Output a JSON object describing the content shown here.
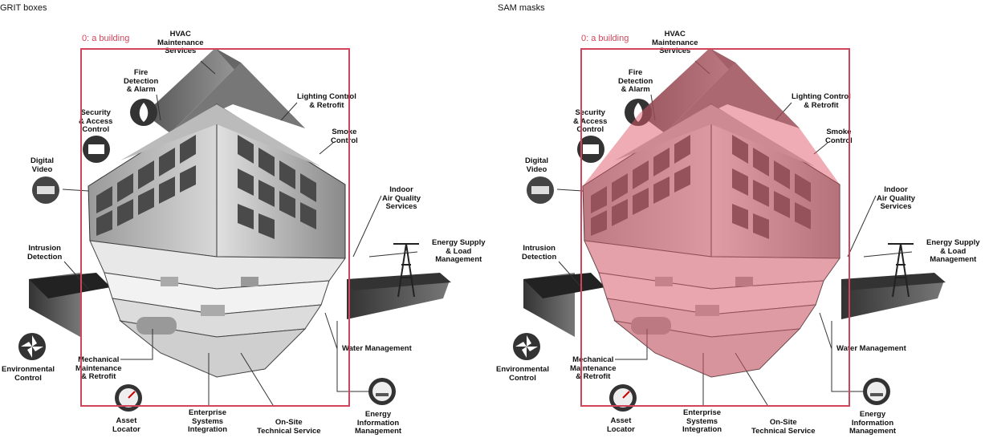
{
  "panels": {
    "left_title": "GRIT boxes",
    "right_title": "SAM masks"
  },
  "detection": {
    "label": "0: a building",
    "color": "#d0455a",
    "mask_color": "#e05a6a"
  },
  "callouts": {
    "hvac": "HVAC\nMaintenance\nServices",
    "fire": "Fire\nDetection\n& Alarm",
    "lighting": "Lighting Control\n& Retrofit",
    "security": "Security\n& Access\nControl",
    "smoke": "Smoke\nControl",
    "digital_video": "Digital\nVideo",
    "indoor_air": "Indoor\nAir Quality\nServices",
    "energy_supply": "Energy Supply\n& Load\nManagement",
    "intrusion": "Intrusion\nDetection",
    "environmental": "Environmental\nControl",
    "mechanical": "Mechanical\nMaintenance\n& Retrofit",
    "water": "Water Management",
    "asset": "Asset\nLocator",
    "enterprise": "Enterprise\nSystems\nIntegration",
    "onsite": "On-Site\nTechnical Service",
    "energy_info": "Energy\nInformation\nManagement"
  },
  "icons": [
    "flame-icon",
    "card-reader-icon",
    "camera-icon",
    "fan-icon",
    "gauge-icon",
    "meter-icon",
    "power-tower-icon"
  ]
}
